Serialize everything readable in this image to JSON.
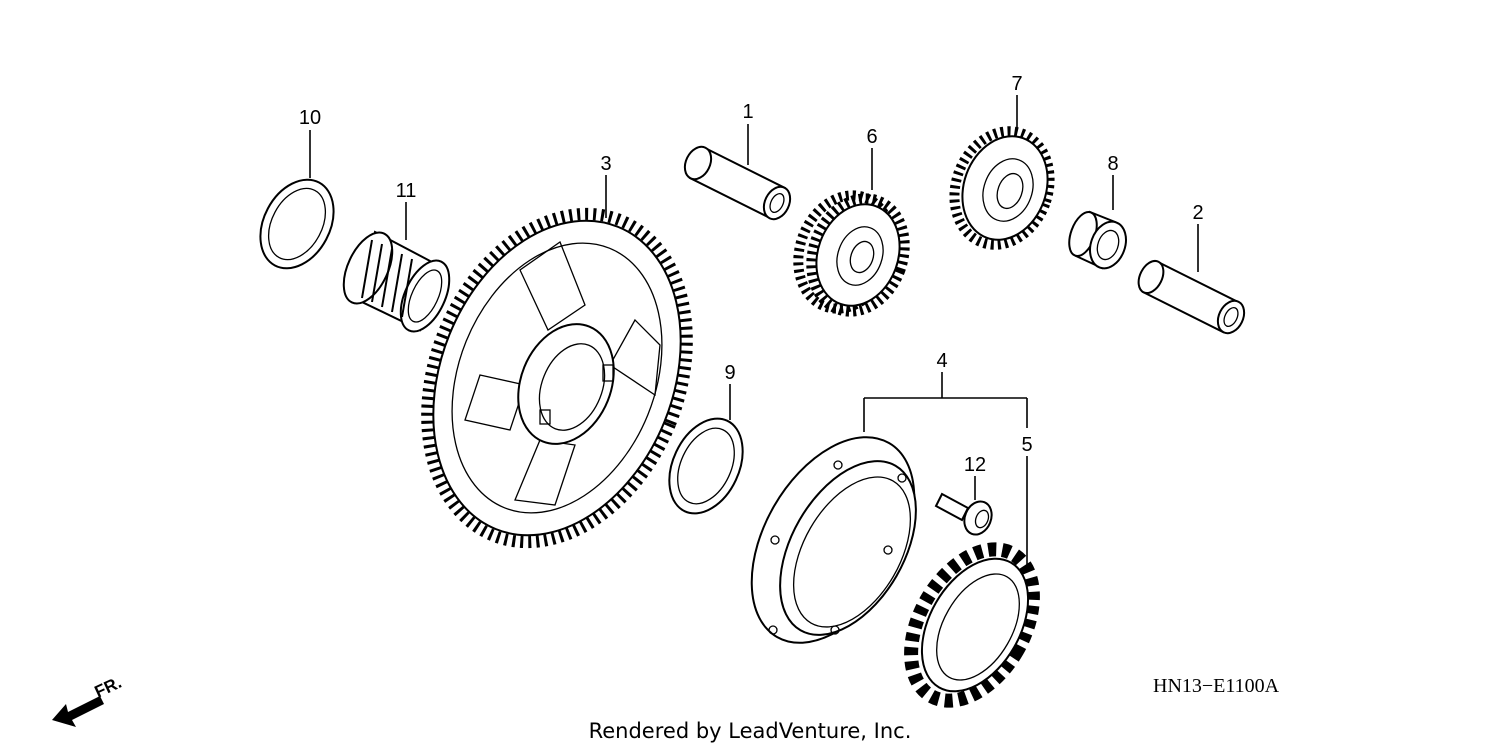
{
  "diagram": {
    "callouts": [
      {
        "id": "p1",
        "label": "1"
      },
      {
        "id": "p2",
        "label": "2"
      },
      {
        "id": "p3",
        "label": "3"
      },
      {
        "id": "p4",
        "label": "4"
      },
      {
        "id": "p5",
        "label": "5"
      },
      {
        "id": "p6",
        "label": "6"
      },
      {
        "id": "p7",
        "label": "7"
      },
      {
        "id": "p8",
        "label": "8"
      },
      {
        "id": "p9",
        "label": "9"
      },
      {
        "id": "p10",
        "label": "10"
      },
      {
        "id": "p11",
        "label": "11"
      },
      {
        "id": "p12",
        "label": "12"
      }
    ],
    "diagram_code": "HN13−E1100A",
    "direction_label": "FR.",
    "credit": "Rendered by LeadVenture, Inc."
  }
}
